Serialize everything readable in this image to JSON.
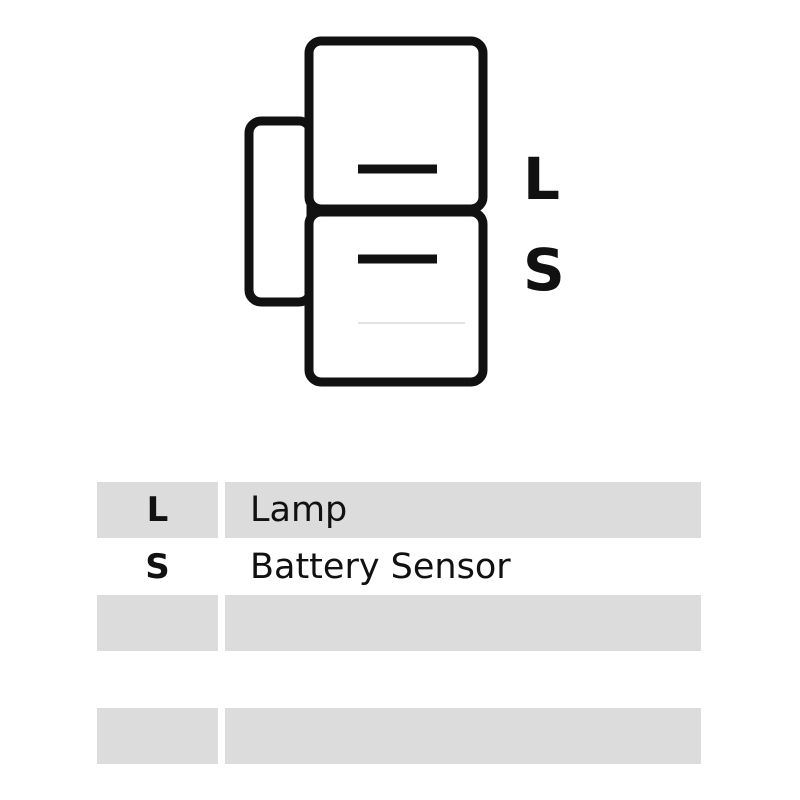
{
  "connector": {
    "pin_labels": [
      "L",
      "S"
    ],
    "line_color": "#111111"
  },
  "legend": {
    "rows": [
      {
        "code": "L",
        "description": "Lamp",
        "shaded": true
      },
      {
        "code": "S",
        "description": "Battery Sensor",
        "shaded": false
      },
      {
        "code": "",
        "description": "",
        "shaded": true
      },
      {
        "code": "",
        "description": "",
        "shaded": false
      },
      {
        "code": "",
        "description": "",
        "shaded": true
      }
    ],
    "shade_color": "#dcdcdc"
  }
}
